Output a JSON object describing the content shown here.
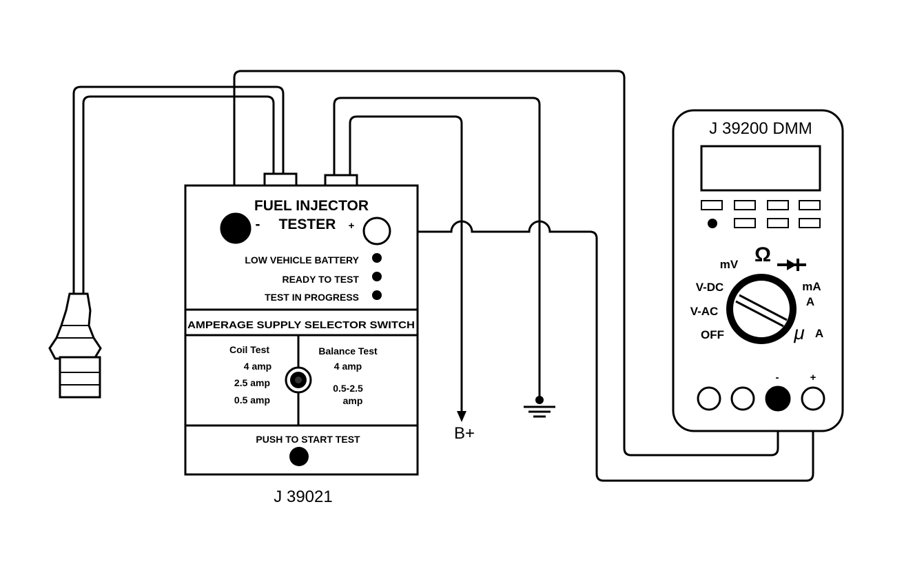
{
  "tester": {
    "title_line1": "FUEL INJECTOR",
    "title_line2": "TESTER",
    "minus_sign": "-",
    "plus_sign": "+",
    "indicators": [
      "LOW VEHICLE BATTERY",
      "READY TO TEST",
      "TEST IN PROGRESS"
    ],
    "selector_heading": "AMPERAGE SUPPLY SELECTOR SWITCH",
    "coil_test": {
      "label": "Coil Test",
      "options": [
        "4 amp",
        "2.5 amp",
        "0.5 amp"
      ]
    },
    "balance_test": {
      "label": "Balance Test",
      "options": [
        "4 amp",
        "0.5-2.5",
        "amp"
      ]
    },
    "push_label": "PUSH TO START TEST",
    "part_number": "J 39021"
  },
  "dmm": {
    "title": "J 39200 DMM",
    "dial_labels": {
      "mv": "mV",
      "ohm": "Ω",
      "vdc": "V-DC",
      "vac": "V-AC",
      "off": "OFF",
      "ma": "mA",
      "a": "A",
      "micro": "μ",
      "micro_a": "A"
    },
    "jack_minus": "-",
    "jack_plus": "+"
  },
  "battery_label": "B+"
}
